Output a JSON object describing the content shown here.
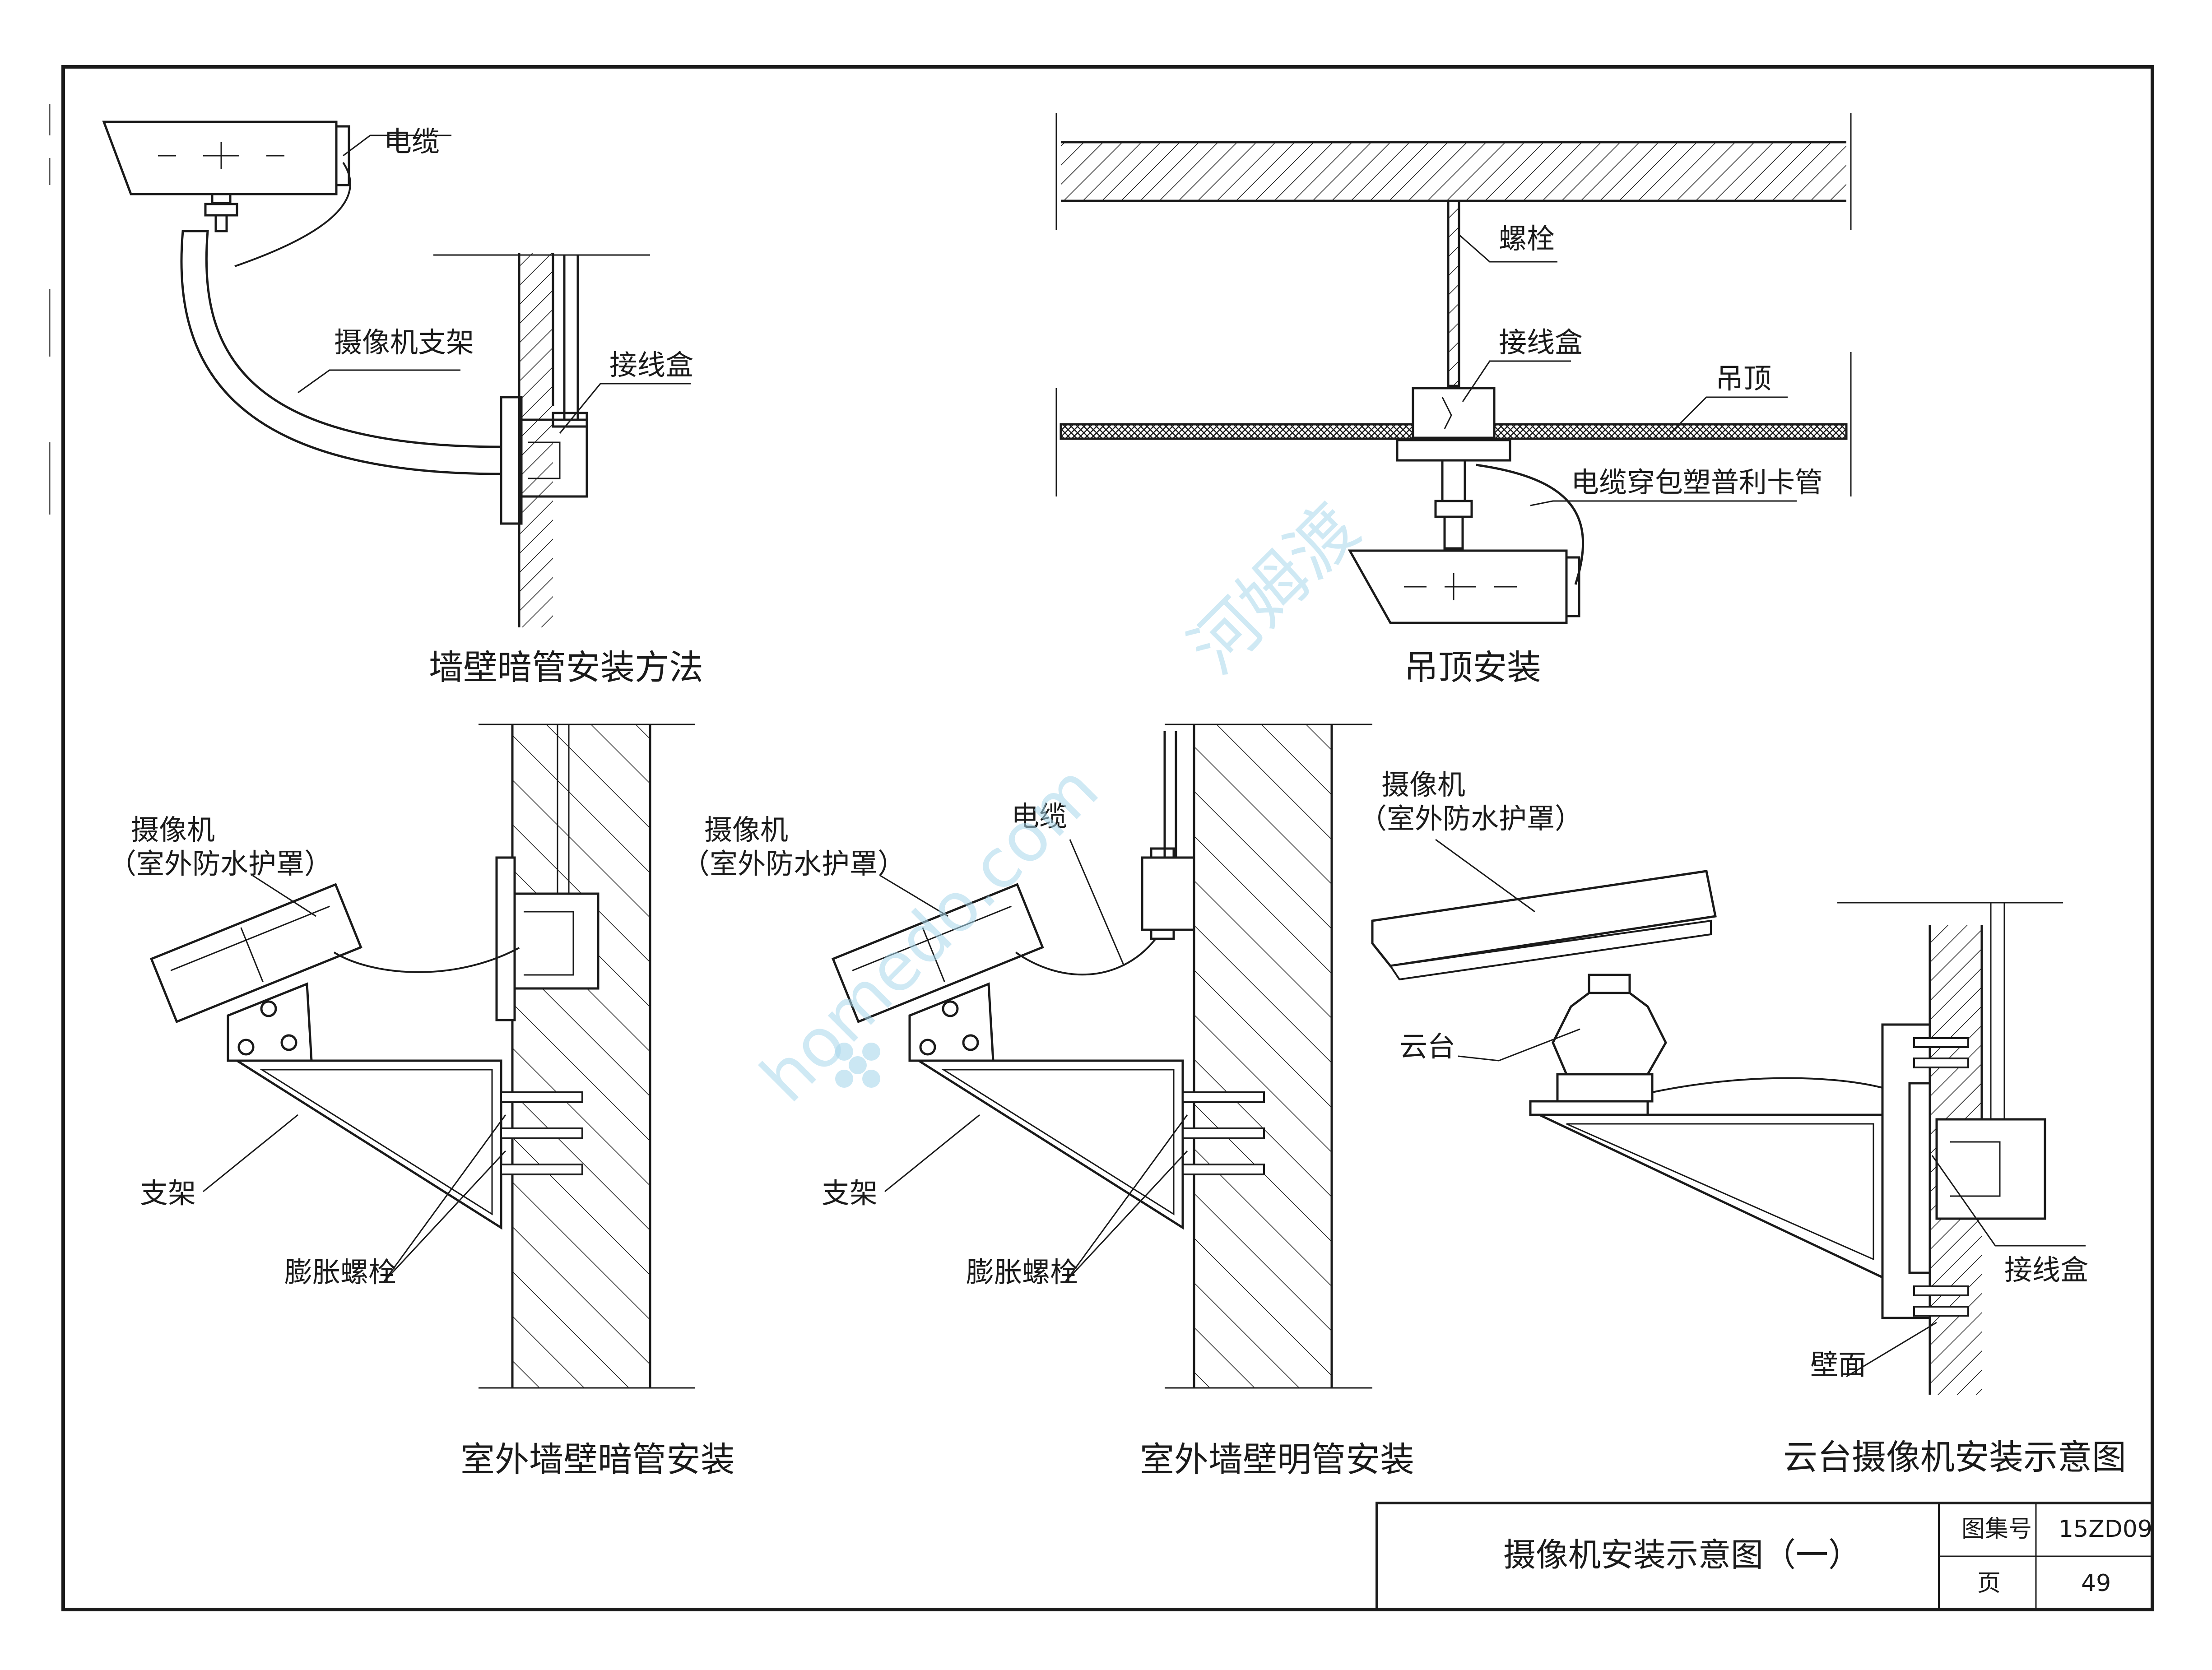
{
  "diagrams": {
    "wall_concealed": {
      "caption": "墙壁暗管安装方法",
      "labels": {
        "cable": "电缆",
        "bracket": "摄像机支架",
        "junction_box": "接线盒"
      }
    },
    "ceiling": {
      "caption": "吊顶安装",
      "labels": {
        "bolt": "螺栓",
        "junction_box": "接线盒",
        "suspended_ceiling": "吊顶",
        "cable_conduit": "电缆穿包塑普利卡管"
      }
    },
    "outdoor_concealed": {
      "caption": "室外墙壁暗管安装",
      "labels": {
        "camera_line1": "摄像机",
        "camera_line2": "（室外防水护罩）",
        "bracket": "支架",
        "expansion_bolt": "膨胀螺栓"
      }
    },
    "outdoor_exposed": {
      "caption": "室外墙壁明管安装",
      "labels": {
        "camera_line1": "摄像机",
        "camera_line2": "（室外防水护罩）",
        "cable": "电缆",
        "bracket": "支架",
        "expansion_bolt": "膨胀螺栓"
      }
    },
    "pan_tilt": {
      "caption": "云台摄像机安装示意图",
      "labels": {
        "camera_line1": "摄像机",
        "camera_line2": "（室外防水护罩）",
        "pan_tilt": "云台",
        "junction_box": "接线盒",
        "wall_surface": "壁面"
      }
    }
  },
  "title_block": {
    "title": "摄像机安装示意图（一）",
    "atlas_label": "图集号",
    "atlas_no": "15ZD09",
    "page_label": "页",
    "page_no": "49"
  },
  "watermark": {
    "text1": "homedo.com",
    "text2": "河姆渡"
  },
  "colors": {
    "ink": "#1a1a1a",
    "watermark": "#a9d8ec"
  }
}
